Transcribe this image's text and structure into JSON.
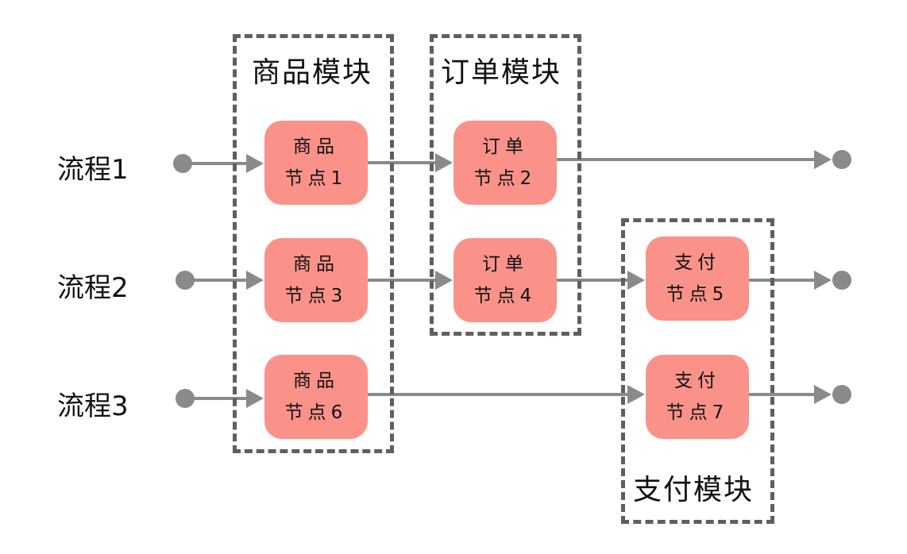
{
  "diagram": {
    "colors": {
      "node_fill": "#fa928a",
      "line": "#8a8a8a",
      "dashed_border": "#5f5f5f",
      "text": "#111111"
    },
    "modules": [
      {
        "id": "product",
        "title": "商品模块"
      },
      {
        "id": "order",
        "title": "订单模块"
      },
      {
        "id": "payment",
        "title": "支付模块"
      }
    ],
    "nodes": [
      {
        "id": "n1",
        "module": "product",
        "line1": "商品",
        "line2": "节点1"
      },
      {
        "id": "n2",
        "module": "order",
        "line1": "订单",
        "line2": "节点2"
      },
      {
        "id": "n3",
        "module": "product",
        "line1": "商品",
        "line2": "节点3"
      },
      {
        "id": "n4",
        "module": "order",
        "line1": "订单",
        "line2": "节点4"
      },
      {
        "id": "n5",
        "module": "payment",
        "line1": "支付",
        "line2": "节点5"
      },
      {
        "id": "n6",
        "module": "product",
        "line1": "商品",
        "line2": "节点6"
      },
      {
        "id": "n7",
        "module": "payment",
        "line1": "支付",
        "line2": "节点7"
      }
    ],
    "flows": [
      {
        "label": "流程1",
        "path": [
          "n1",
          "n2"
        ]
      },
      {
        "label": "流程2",
        "path": [
          "n3",
          "n4",
          "n5"
        ]
      },
      {
        "label": "流程3",
        "path": [
          "n6",
          "n7"
        ]
      }
    ]
  }
}
